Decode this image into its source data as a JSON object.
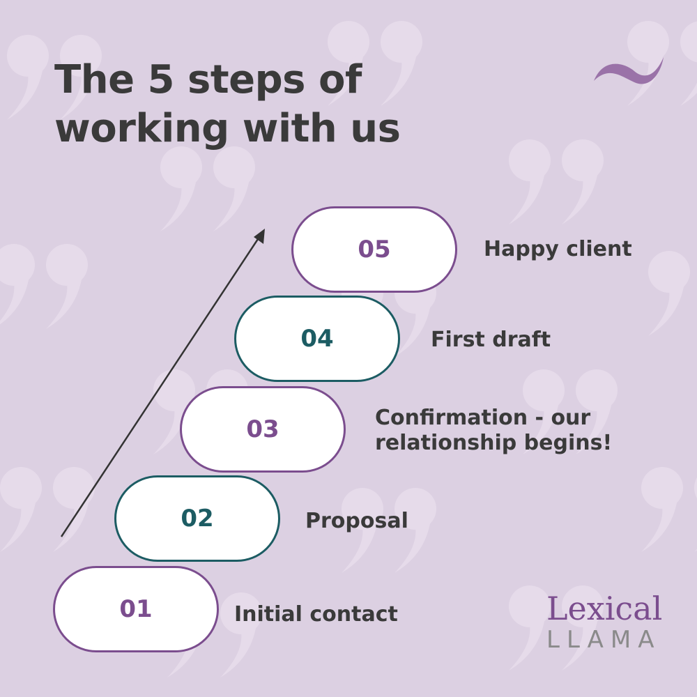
{
  "title": {
    "line1": "The 5 steps of",
    "line2": "working with us"
  },
  "steps": [
    {
      "number": "01",
      "label": "Initial contact"
    },
    {
      "number": "02",
      "label": "Proposal"
    },
    {
      "number": "03",
      "label_line1": "Confirmation - our",
      "label_line2": "relationship begins!"
    },
    {
      "number": "04",
      "label": "First draft"
    },
    {
      "number": "05",
      "label": "Happy client"
    }
  ],
  "logo": {
    "line1": "Lexical",
    "line2": "LLAMA"
  },
  "colors": {
    "background": "#dcd0e2",
    "purple": "#7b4d8e",
    "teal": "#1c5c63",
    "text": "#3a3a3a",
    "watermark": "#e6dbea"
  }
}
